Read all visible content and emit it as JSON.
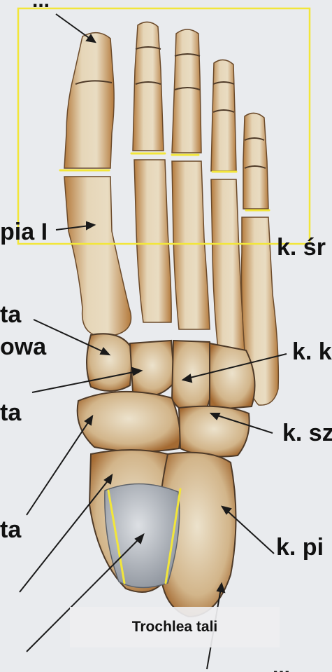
{
  "labels": {
    "top_cut": "...",
    "phalanx_proximal": "pia I",
    "k_sr": "k. śr",
    "ta_1": "ta",
    "owa": "owa",
    "k_k": "k. k",
    "ta_2": "ta",
    "k_sz": "k. sz",
    "ta_3": "ta",
    "k_pi": "k. pi",
    "bottom_cut": "..."
  },
  "caption": "Trochlea tali",
  "colors": {
    "background": "#e9ebee",
    "bone": "#d9c4a0",
    "bone_shadow": "#a86a2e",
    "highlight_box": "#f2e63a",
    "trochlea": "#9ea4ad"
  }
}
